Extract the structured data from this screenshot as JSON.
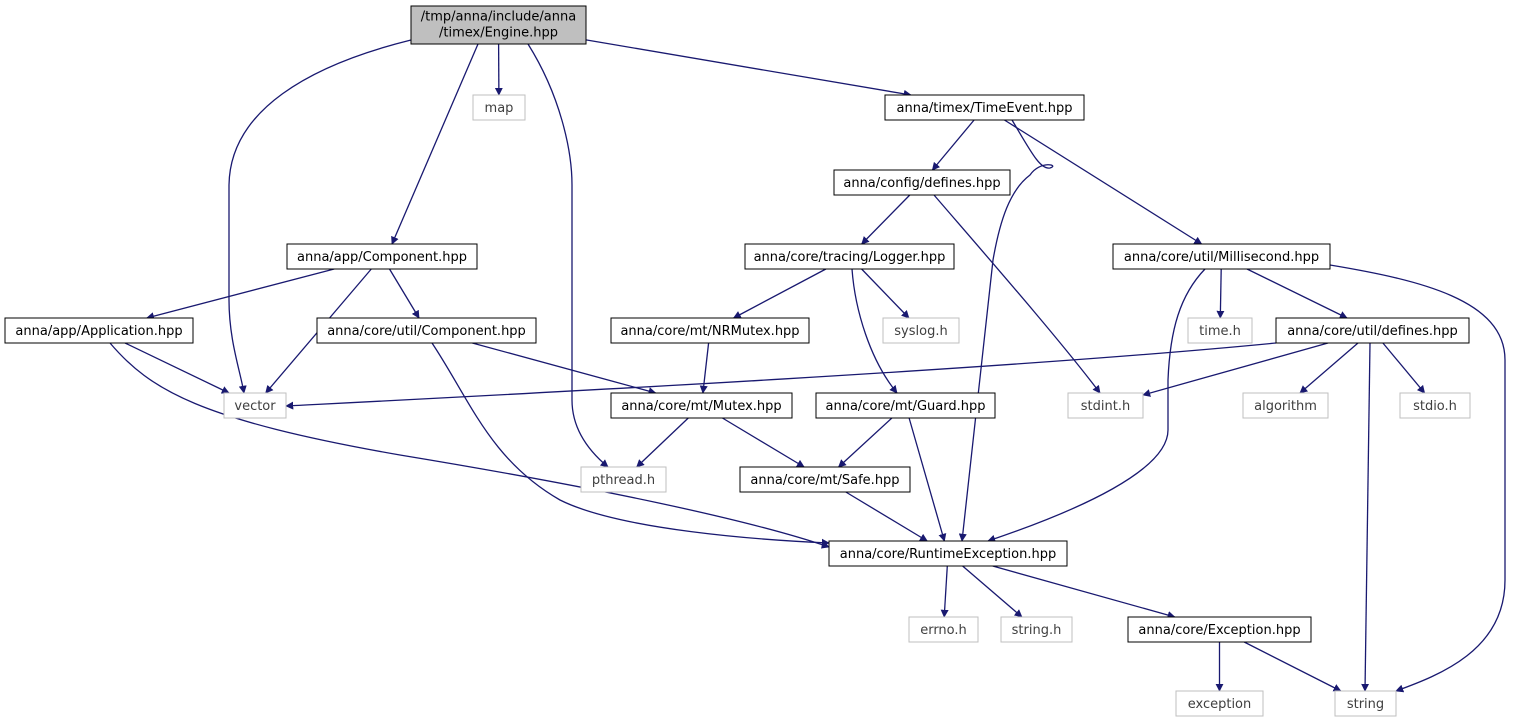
{
  "colors": {
    "edge": "#191970",
    "root_fill": "#bfbfbf",
    "root_stroke": "#000000",
    "project_stroke": "#000000",
    "external_stroke": "#bfbfbf",
    "external_text": "#3f3f3f",
    "text": "#000000"
  },
  "nodes": {
    "root": {
      "label_lines": [
        "/tmp/anna/include/anna",
        "/timex/Engine.hpp"
      ],
      "kind": "root"
    },
    "map": {
      "label": "map",
      "kind": "external"
    },
    "time_event": {
      "label": "anna/timex/TimeEvent.hpp",
      "kind": "project"
    },
    "config_defines": {
      "label": "anna/config/defines.hpp",
      "kind": "project"
    },
    "app_component": {
      "label": "anna/app/Component.hpp",
      "kind": "project"
    },
    "logger": {
      "label": "anna/core/tracing/Logger.hpp",
      "kind": "project"
    },
    "millisecond": {
      "label": "anna/core/util/Millisecond.hpp",
      "kind": "project"
    },
    "application": {
      "label": "anna/app/Application.hpp",
      "kind": "project"
    },
    "util_component": {
      "label": "anna/core/util/Component.hpp",
      "kind": "project"
    },
    "nrmutex": {
      "label": "anna/core/mt/NRMutex.hpp",
      "kind": "project"
    },
    "syslog": {
      "label": "syslog.h",
      "kind": "external"
    },
    "time_h": {
      "label": "time.h",
      "kind": "external"
    },
    "util_defines": {
      "label": "anna/core/util/defines.hpp",
      "kind": "project"
    },
    "vector": {
      "label": "vector",
      "kind": "external"
    },
    "mutex": {
      "label": "anna/core/mt/Mutex.hpp",
      "kind": "project"
    },
    "guard": {
      "label": "anna/core/mt/Guard.hpp",
      "kind": "project"
    },
    "stdint": {
      "label": "stdint.h",
      "kind": "external"
    },
    "algorithm": {
      "label": "algorithm",
      "kind": "external"
    },
    "stdio": {
      "label": "stdio.h",
      "kind": "external"
    },
    "pthread": {
      "label": "pthread.h",
      "kind": "external"
    },
    "safe": {
      "label": "anna/core/mt/Safe.hpp",
      "kind": "project"
    },
    "runtime_exc": {
      "label": "anna/core/RuntimeException.hpp",
      "kind": "project"
    },
    "errno": {
      "label": "errno.h",
      "kind": "external"
    },
    "string_h": {
      "label": "string.h",
      "kind": "external"
    },
    "exception_hpp": {
      "label": "anna/core/Exception.hpp",
      "kind": "project"
    },
    "exception": {
      "label": "exception",
      "kind": "external"
    },
    "string": {
      "label": "string",
      "kind": "external"
    }
  },
  "edges": [
    [
      "root",
      "vector"
    ],
    [
      "root",
      "map"
    ],
    [
      "root",
      "pthread"
    ],
    [
      "root",
      "time_event"
    ],
    [
      "root",
      "app_component"
    ],
    [
      "time_event",
      "config_defines"
    ],
    [
      "time_event",
      "runtime_exc"
    ],
    [
      "time_event",
      "millisecond"
    ],
    [
      "config_defines",
      "logger"
    ],
    [
      "config_defines",
      "stdint"
    ],
    [
      "app_component",
      "application"
    ],
    [
      "app_component",
      "util_component"
    ],
    [
      "app_component",
      "vector"
    ],
    [
      "logger",
      "nrmutex"
    ],
    [
      "logger",
      "syslog"
    ],
    [
      "logger",
      "guard"
    ],
    [
      "millisecond",
      "runtime_exc"
    ],
    [
      "millisecond",
      "time_h"
    ],
    [
      "millisecond",
      "util_defines"
    ],
    [
      "millisecond",
      "string"
    ],
    [
      "application",
      "vector"
    ],
    [
      "application",
      "runtime_exc"
    ],
    [
      "util_component",
      "mutex"
    ],
    [
      "util_component",
      "runtime_exc"
    ],
    [
      "nrmutex",
      "mutex"
    ],
    [
      "util_defines",
      "vector"
    ],
    [
      "util_defines",
      "stdint"
    ],
    [
      "util_defines",
      "algorithm"
    ],
    [
      "util_defines",
      "stdio"
    ],
    [
      "util_defines",
      "string"
    ],
    [
      "mutex",
      "pthread"
    ],
    [
      "mutex",
      "safe"
    ],
    [
      "guard",
      "safe"
    ],
    [
      "guard",
      "runtime_exc"
    ],
    [
      "safe",
      "runtime_exc"
    ],
    [
      "runtime_exc",
      "errno"
    ],
    [
      "runtime_exc",
      "string_h"
    ],
    [
      "runtime_exc",
      "exception_hpp"
    ],
    [
      "exception_hpp",
      "exception"
    ],
    [
      "exception_hpp",
      "string"
    ]
  ]
}
